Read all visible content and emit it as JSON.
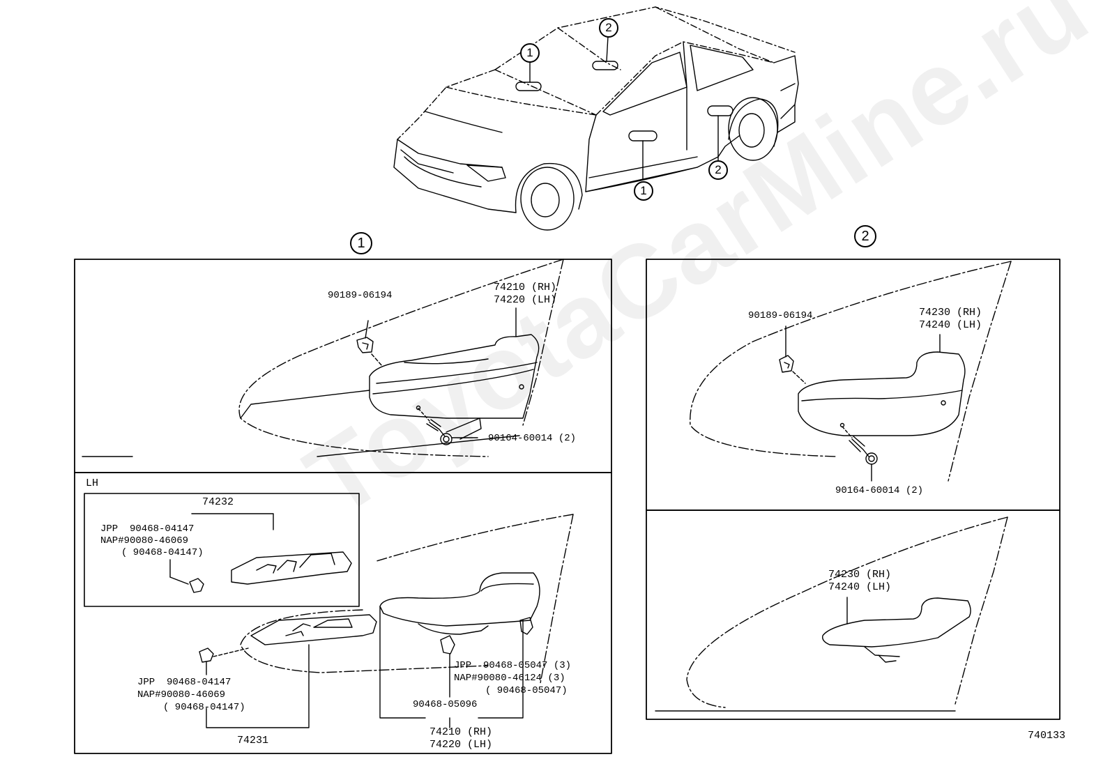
{
  "watermark": "ToyotaCarMine.ru",
  "diagram_id": "740133",
  "car_view": {
    "callouts": [
      {
        "id": "car-callout-1-top",
        "text": "1"
      },
      {
        "id": "car-callout-2-top",
        "text": "2"
      },
      {
        "id": "car-callout-1-bottom",
        "text": "1"
      },
      {
        "id": "car-callout-2-bottom",
        "text": "2"
      }
    ]
  },
  "panels": {
    "front_title": "1",
    "rear_title": "2",
    "front_top": {
      "clip": "90189-06194",
      "handle_rh": "74210 (RH)",
      "handle_lh": "74220 (LH)",
      "screw": "90164-60014 (2)"
    },
    "front_bottom": {
      "side": "LH",
      "switch_base": "74232",
      "inset_jpp": "JPP  90468-04147",
      "inset_nap": "NAP#90080-46069",
      "inset_alt": "( 90468-04147)",
      "clip_jpp": "JPP  90468-05047 (3)",
      "clip_nap": "NAP#90080-46124 (3)",
      "clip_alt": "( 90468-05047)",
      "retainer_jpp": "JPP  90468-04147",
      "retainer_nap": "NAP#90080-46069",
      "retainer_alt": "( 90468-04147)",
      "clip_center": "90468-05096",
      "panel": "74231",
      "handle_rh": "74210 (RH)",
      "handle_lh": "74220 (LH)"
    },
    "rear_top": {
      "clip": "90189-06194",
      "handle_rh": "74230 (RH)",
      "handle_lh": "74240 (LH)",
      "screw": "90164-60014 (2)"
    },
    "rear_bottom": {
      "handle_rh": "74230 (RH)",
      "handle_lh": "74240 (LH)"
    }
  }
}
